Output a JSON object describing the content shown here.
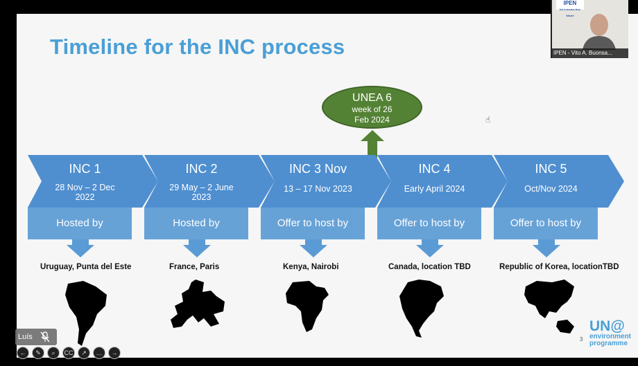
{
  "slide": {
    "title": "Timeline for the INC process",
    "unea": {
      "title": "UNEA 6",
      "line1": "week of 26",
      "line2": "Feb 2024",
      "color": "#548235"
    },
    "sessions": [
      {
        "name": "INC 1",
        "date1": "28 Nov – 2 Dec",
        "date2": "2022",
        "host": "Hosted by",
        "country": "Uruguay, Punta del Este",
        "map": "south-america-map"
      },
      {
        "name": "INC 2",
        "date1": "29 May – 2 June",
        "date2": "2023",
        "host": "Hosted by",
        "country": "France, Paris",
        "map": "europe-map"
      },
      {
        "name": "INC 3 Nov",
        "date1": "13 – 17 Nov 2023",
        "date2": "",
        "host": "Offer to host by",
        "country": "Kenya, Nairobi",
        "map": "africa-map"
      },
      {
        "name": "INC 4",
        "date1": "Early April 2024",
        "date2": "",
        "host": "Offer to host by",
        "country": "Canada, location TBD",
        "map": "north-america-map"
      },
      {
        "name": "INC 5",
        "date1": "Oct/Nov 2024",
        "date2": "",
        "host": "Offer to host by",
        "country": "Republic of Korea, locationTBD",
        "map": "asia-map"
      }
    ],
    "logo": {
      "line1": "UN@",
      "line2": "environment",
      "line3": "programme"
    },
    "page_number": "3",
    "colors": {
      "title": "#4a9fd6",
      "chevron": "#4f8fd0",
      "host_box": "#5b9bd5"
    }
  },
  "participant_video": {
    "org_logo": "IPEN",
    "org_tagline": "for a toxics-free future",
    "name": "IPEN - Vito A. Buonsa..."
  },
  "self_view": {
    "name": "Luís",
    "mic_icon": "mic-muted-icon"
  },
  "controls": [
    {
      "icon": "back-icon",
      "glyph": "←"
    },
    {
      "icon": "pen-icon",
      "glyph": "✎"
    },
    {
      "icon": "zoom-icon",
      "glyph": "⌕"
    },
    {
      "icon": "captions-icon",
      "glyph": "CC"
    },
    {
      "icon": "share-icon",
      "glyph": "↗"
    },
    {
      "icon": "more-icon",
      "glyph": "…"
    },
    {
      "icon": "forward-icon",
      "glyph": "→"
    }
  ]
}
